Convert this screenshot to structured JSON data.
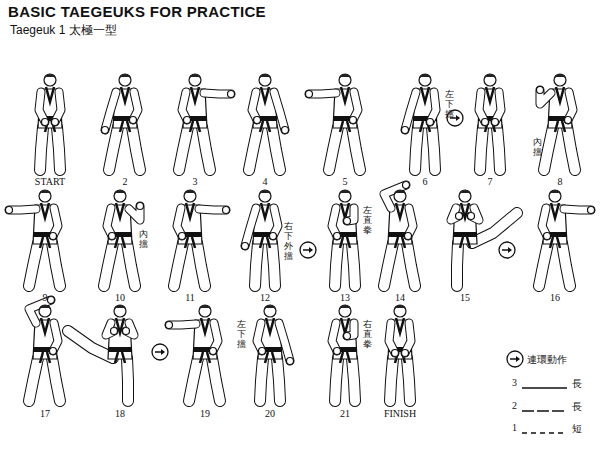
{
  "diagram": {
    "title": "BASIC TAEGEUKS FOR PRACTICE",
    "labels": [
      "Taegeuk 1 太極一型",
      "START",
      "2",
      "3",
      "4",
      "5",
      "6",
      "7",
      "8",
      "左下擋",
      "內擋",
      "9",
      "10",
      "11",
      "12",
      "13",
      "14",
      "15",
      "16",
      "內擋",
      "右下外擋",
      "左直拳",
      "17",
      "18",
      "19",
      "20",
      "21",
      "FINISH",
      "左下擋",
      "右直拳",
      "3",
      "2",
      "1"
    ],
    "legend": [
      {
        "text": "連環動作"
      },
      {
        "text": "長"
      },
      {
        "text": "長"
      },
      {
        "text": "短"
      }
    ]
  }
}
